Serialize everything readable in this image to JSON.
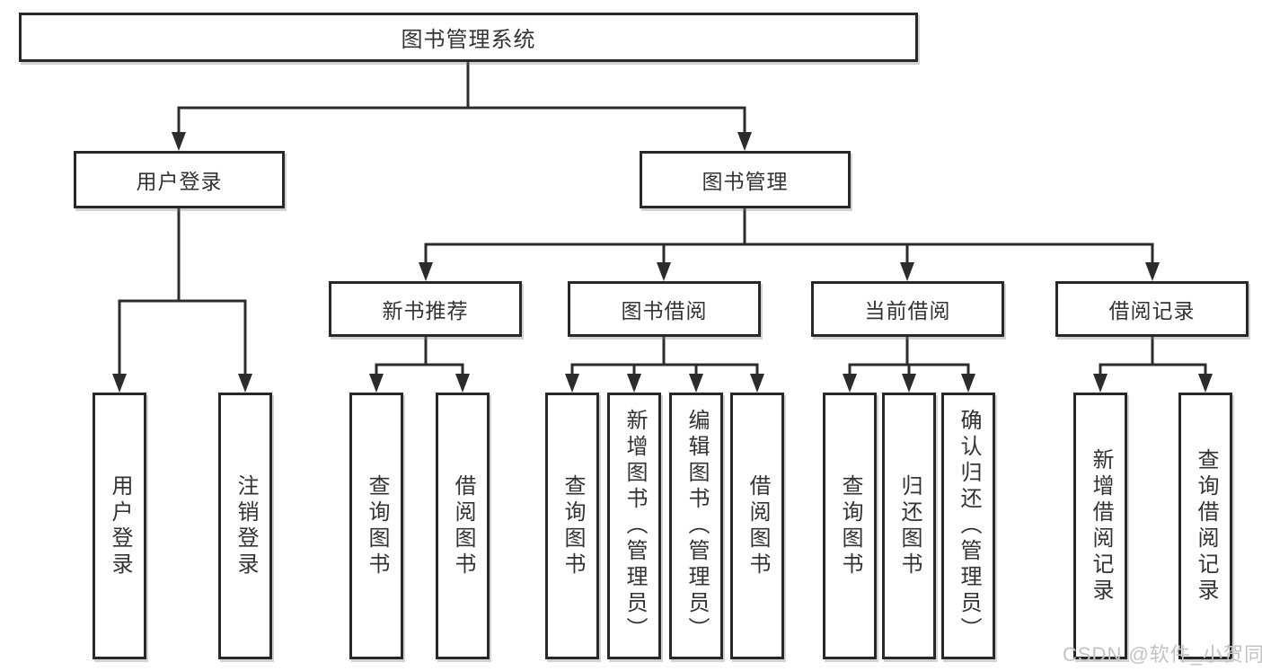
{
  "tree": {
    "root": "图书管理系统",
    "branches": [
      {
        "label": "用户登录",
        "children": [
          "用户登录",
          "注销登录"
        ]
      },
      {
        "label": "图书管理",
        "sections": [
          {
            "label": "新书推荐",
            "children": [
              "查询图书",
              "借阅图书"
            ]
          },
          {
            "label": "图书借阅",
            "children": [
              "查询图书",
              "新增图书（管理员）",
              "编辑图书（管理员）",
              "借阅图书"
            ]
          },
          {
            "label": "当前借阅",
            "children": [
              "查询图书",
              "归还图书",
              "确认归还（管理员）"
            ]
          },
          {
            "label": "借阅记录",
            "children": [
              "新增借阅记录",
              "查询借阅记录"
            ]
          }
        ]
      }
    ]
  },
  "colors": {
    "line": "#2c2c2c",
    "box_border": "#282828",
    "text": "#333333",
    "watermark": "#c3c3c3",
    "background": "#ffffff"
  },
  "watermark": "CSDN @软件_小贺同学"
}
